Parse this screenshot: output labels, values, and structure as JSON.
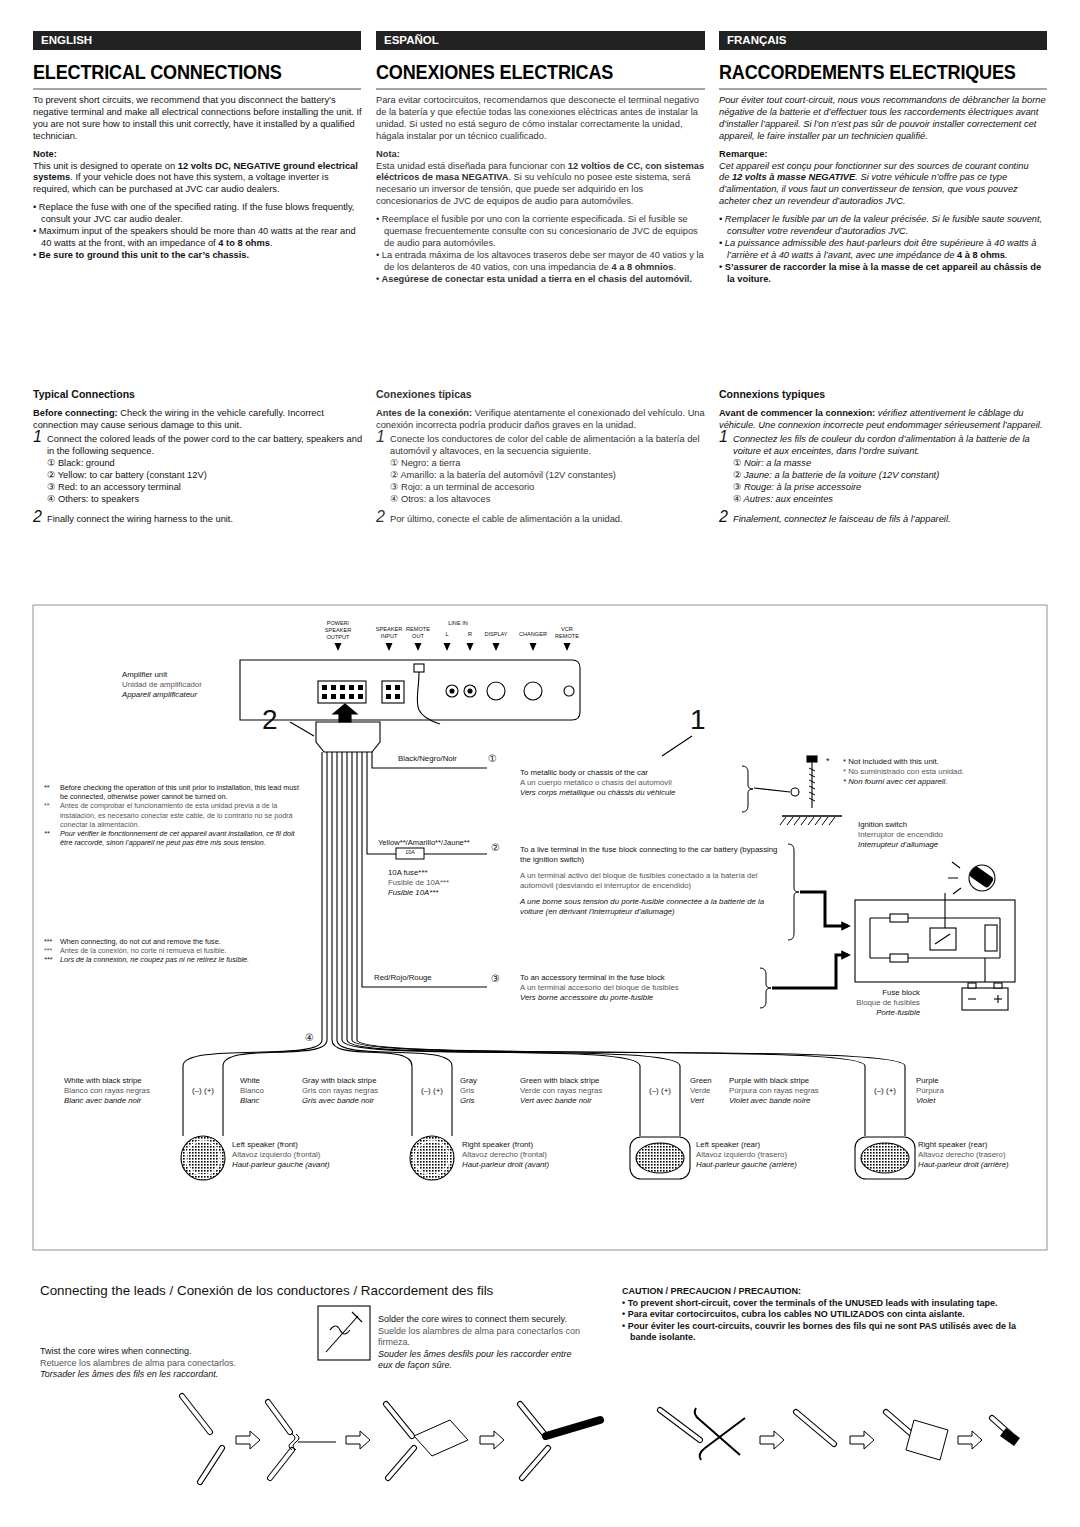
{
  "diagram": {
    "nodes": [
      {
        "text": [
          "ENGLISH"
        ]
      },
      {
        "text": [
          "ESPAÑOL"
        ]
      },
      {
        "text": [
          "FRANÇAIS"
        ]
      }
    ],
    "labels": [
      "ELECTRICAL CONNECTIONS",
      "To prevent short circuits, we recommend that you disconnect the battery’s negative terminal and make all electrical connections before installing the unit. If you are not sure how to install this unit correctly, have it installed by a qualified technician.",
      "Note:",
      "This unit is designed to operate on",
      "12 volts DC, NEGATIVE ground electrical systems",
      ". If your vehicle does not have this system, a voltage inverter is required, which can be purchased at JVC car audio dealers.",
      "• Replace the fuse with one of the specified rating. If the fuse blows frequently, consult your JVC car audio dealer.",
      "• Maximum input of the speakers should be more than 40 watts at the rear and 40 watts at the front, with an impedance of",
      "4 to 8 ohms",
      ".",
      "• Be sure to ground this unit to the car’s chassis.",
      "CONEXIONES ELECTRICAS",
      "Para evitar cortocircuitos, recomendamos que desconecte el terminal negativo de la batería y que efectúe todas las conexiones eléctricas antes de instalar la unidad. Si usted no está seguro de cómo instalar correctamente la unidad, hágala instalar por un técnico cualificado.",
      "Nota:",
      "Esta unidad está diseñada para funcionar con",
      "12 voltios de CC, con sistemas eléctricos de masa NEGATIVA",
      ". Si su vehículo no posee este sistema, será necesario un inversor de tensión, que puede ser adquirido en los concesionarios de JVC de equipos de audio para automóviles.",
      "• Reemplace el fusible por uno con la corriente especificada. Si el fusible se quemase frecuentemente consulte con su concesionario de JVC de equipos de audio para automóviles.",
      "• La entrada máxima de los altavoces traseros debe ser mayor de 40 vatios y la de los delanteros de 40 vatios, con una impedancia de",
      "4 a 8 ohmnios",
      ".",
      "• Asegúrese de conectar esta unidad a tierra en el chasis del automóvil.",
      "RACCORDEMENTS ELECTRIQUES",
      "Pour éviter tout court-circuit, nous vous recommandons de débrancher la borne négative de la batterie et d’effectuer tous les raccordements électriques avant d’installer l’appareil. Si l’on n’est pas sûr de pouvoir installer correctement cet appareil, le faire installer par un technicien qualifié.",
      "Remarque:",
      "Cet appareil est conçu pour fonctionner sur des sources de courant continu de",
      "12 volts à masse NEGATIVE",
      ". Si votre véhicule n’offre pas ce type d’alimentation, il vous faut un convertisseur de tension, que vous pouvez acheter chez un revendeur d’autoradios JVC.",
      "• Remplacer le fusible par un de la valeur précisée. Si le fusible saute souvent, consulter votre revendeur d’autoradios JVC.",
      "• La puissance admissible des haut-parleurs doit être supérieure à 40 watts à l’arrière et à 40 watts à l’avant, avec une impédance de",
      "4 à 8 ohms",
      ".",
      "• S’assurer de raccorder la mise à la masse de cet appareil au châssis de la voiture.",
      "Typical Connections",
      "Before connecting:",
      "Check the wiring in the vehicle carefully. Incorrect connection may cause serious damage to this unit.",
      "1",
      "Connect the colored leads of the power cord to the car battery, speakers and in the following sequence.",
      "① Black: ground",
      "② Yellow: to car battery (constant 12V)",
      "③ Red: to an accessory terminal",
      "④ Others: to speakers",
      "2",
      "Finally connect the wiring harness to the unit.",
      "Conexiones típicas",
      "Antes de la conexión:",
      "Verifique atentamente el conexionado del vehículo. Una conexión incorrecta podría producir daños graves en la unidad.",
      "1",
      "Conecte los conductores de color del cable de alimentación a la batería del automóvil y altavoces, en la secuencia siguiente.",
      "① Negro: a tierra",
      "② Amarillo: a la batería del automóvil (12V constantes)",
      "③ Rojo: a un terminal de accesorio",
      "④ Otros: a los altavoces",
      "2",
      "Por último, conecte el cable de alimentación a la unidad.",
      "Connexions typiques",
      "Avant de commencer la connexion:",
      "vérifiez attentivement le câblage du véhicule. Une connexion incorrecte peut endommager sérieusement l’appareil.",
      "1",
      "Connectez les fils de couleur du cordon d’alimentation à la batterie de la voiture et aux enceintes, dans l’ordre suivant.",
      "① Noir: a la masse",
      "② Jaune: a la batterie de la voiture (12V constant)",
      "③ Rouge: à la prise accessoire",
      "④ Autres: aux enceintes",
      "2",
      "Finalement, connectez le faisceau de fils à l’appareil.",
      "POWER/ SPEAKER OUTPUT",
      "SPEAKER INPUT",
      "REMOTE OUT",
      "LINE IN",
      "L",
      "R",
      "DISPLAY",
      "CHANGER",
      "VCR REMOTE",
      "Amplifier unit",
      "Unidad de amplificador",
      "Appareil amplificateur",
      "2",
      "1",
      "**",
      "Before checking the operation of this unit prior to installation, this lead must be connected, otherwise power cannot be turned on.",
      "**",
      "Antes de comprobar el funcionamiento de esta unidad previa a de la instalación, es necesario conectar este cable, de lo contrario no se podrá conectar la alimentación.",
      "**",
      "Pour vérifier le fonctionnement de cet appareil avant installation, ce fil doit être raccordé, sinon l’appareil ne peut pas être mis sous tension.",
      "***",
      "When connecting, do not cut and remove the fuse.",
      "***",
      "Antes de la conexión, no corte ni remueva el fusible.",
      "***",
      "Lors de la connexion, ne coupez pas ni ne retirez le fusible.",
      "Black/Negro/Noir",
      "①",
      "To metallic body or chassis of the car",
      "A un cuerpo metálico o chasis del automóvil",
      "Vers corps métallique ou châssis du véhicule",
      "*",
      "* Not included with this unit.",
      "* No suministrado con esta unidad.",
      "* Non fourni avec cet appareil.",
      "Ignition switch",
      "Interruptor de encendido",
      "Interrupteur d’allumage",
      "Yellow**/Amarillo**/Jaune**",
      "②",
      "10A",
      "10A fuse***",
      "Fusible de 10A***",
      "Fusible 10A***",
      "To a live terminal in the fuse block connecting to the car battery (bypassing the ignition switch)",
      "A un terminal activo del bloque de fusibles conectado a la batería del automóvil (desviando el interruptor de encendido)",
      "A une borne sous tension du porte-fusible connectée à la batterie de la voiture (en dérivant l’interrupteur d’allumage)",
      "Red/Rojo/Rouge",
      "③",
      "To an accessory terminal in the fuse block",
      "A un terminal accesorio del bloque de fusibles",
      "Vers borne accessoire du porte-fusible",
      "Fuse block",
      "Bloque de fusibles",
      "Porte-fusible",
      "④",
      "White with black stripe",
      "Blanco con rayas negras",
      "Blanc avec bande noir",
      "(–)",
      "(+)",
      "White",
      "Blanco",
      "Blanc",
      "Gray with black stripe",
      "Gris con rayas negras",
      "Gris avec bande noir",
      "(–)",
      "(+)",
      "Gray",
      "Gris",
      "Gris",
      "Green with black stripe",
      "Verde con rayas negras",
      "Vert avec bande noir",
      "(–)",
      "(+)",
      "Green",
      "Verde",
      "Vert",
      "Purple with black stripe",
      "Púrpura con rayas negras",
      "Violet avec bande noire",
      "(–)",
      "(+)",
      "Purple",
      "Púrpura",
      "Violet",
      "Left speaker (front)",
      "Altavoz izquierdo (frontal)",
      "Haut-parleur gauche (avant)",
      "Right speaker (front)",
      "Altavoz derecho (frontal)",
      "Haut-parleur droit (avant)",
      "Left speaker (rear)",
      "Altavoz izquierdo (trasero)",
      "Haut-parleur gauche (arrière)",
      "Right speaker (rear)",
      "Altavoz derecho (trasero)",
      "Haut-parleur droit (arrière)",
      "Connecting the leads / Conexión de los conductores / Raccordement des fils",
      "Twist the core wires when connecting.",
      "Retuerce los alambres de alma para conectarlos.",
      "Torsader les âmes des fils en les raccordant.",
      "Solder the core wires to connect them securely.",
      "Suelde los alambres de alma para conectarlos con firmeza.",
      "Souder les âmes desfils pour les raccorder entre eux de façon sûre.",
      "CAUTION / PRECAUCION / PRECAUTION:",
      "• To prevent short-circuit, cover the terminals of the UNUSED leads with insulating tape.",
      "• Para evitar cortocircuitos, cubra los cables NO UTILIZADOS con cinta aislante.",
      "• Pour éviter les court-circuits, couvrir les bornes des fils qui ne sont PAS utilisés avec de la bande isolante."
    ]
  }
}
